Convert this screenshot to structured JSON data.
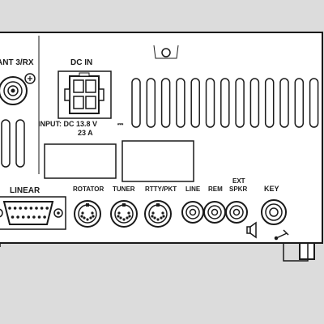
{
  "panel": {
    "background": "#dcdcdc",
    "body_color": "#ffffff",
    "line_color": "#1a1a1a"
  },
  "labels": {
    "ant": "ANT 3/RX",
    "dc_in": "DC IN",
    "input_line1": "INPUT: DC 13.8 V",
    "dc_symbol": "⎓",
    "input_line2": "23 A",
    "linear": "LINEAR",
    "rotator": "ROTATOR",
    "tuner": "TUNER",
    "rtty": "RTTY/PKT",
    "line": "LINE",
    "rem": "REM",
    "ext": "EXT",
    "spkr": "SPKR",
    "key": "KEY"
  },
  "icons": {
    "speaker": "speaker-icon",
    "key": "key-icon"
  }
}
